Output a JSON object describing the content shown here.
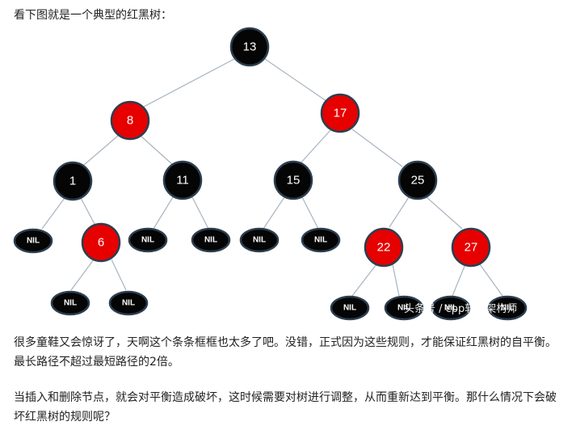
{
  "intro": "看下图就是一个典型的红黑树：",
  "tree": {
    "nodes": [
      {
        "id": "n13",
        "label": "13",
        "color": "black"
      },
      {
        "id": "n8",
        "label": "8",
        "color": "red"
      },
      {
        "id": "n17",
        "label": "17",
        "color": "red"
      },
      {
        "id": "n1",
        "label": "1",
        "color": "black"
      },
      {
        "id": "n11",
        "label": "11",
        "color": "black"
      },
      {
        "id": "n15",
        "label": "15",
        "color": "black"
      },
      {
        "id": "n25",
        "label": "25",
        "color": "black"
      },
      {
        "id": "n6",
        "label": "6",
        "color": "red"
      },
      {
        "id": "n22",
        "label": "22",
        "color": "red"
      },
      {
        "id": "n27",
        "label": "27",
        "color": "red"
      }
    ],
    "nil_label": "NIL",
    "colors": {
      "black": "#050505",
      "red": "#e60000",
      "outline": "#2c3e50",
      "edge": "#a8b4bf"
    }
  },
  "watermark": "头条号 / cpp软件架构师",
  "paragraph1": "很多童鞋又会惊讶了，天啊这个条条框框也太多了吧。没错，正式因为这些规则，才能保证红黑树的自平衡。最长路径不超过最短路径的2倍。",
  "paragraph2": "当插入和删除节点，就会对平衡造成破坏，这时候需要对树进行调整，从而重新达到平衡。那什么情况下会破坏红黑树的规则呢？"
}
